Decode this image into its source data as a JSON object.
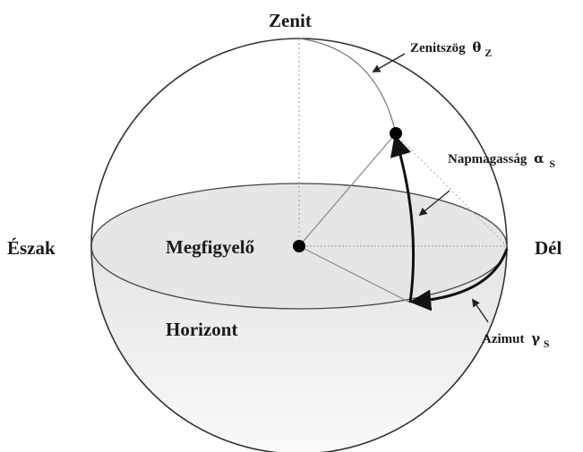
{
  "labels": {
    "zenith": "Zenit",
    "north": "Észak",
    "south": "Dél",
    "observer": "Megfigyelő",
    "horizon": "Horizont"
  },
  "angles": {
    "zenith_angle": {
      "label": "Zenitszög",
      "symbol": "θ",
      "subscript": "Z"
    },
    "solar_altitude": {
      "label": "Napmagasság",
      "symbol": "α",
      "subscript": "S"
    },
    "azimuth": {
      "label": "Azimut",
      "symbol": "γ",
      "subscript": "S"
    }
  },
  "colors": {
    "outline": "#333333",
    "horizon_fill": "#e6e6e6",
    "lower_sphere_fill": "#eeeeee",
    "guide_line": "#999999"
  }
}
